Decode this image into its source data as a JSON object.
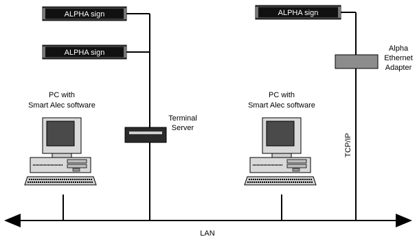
{
  "signs": {
    "sign_1": "ALPHA sign",
    "sign_2": "ALPHA sign",
    "sign_3": "ALPHA sign"
  },
  "pc_left": {
    "line1": "PC with",
    "line2": "Smart Alec software"
  },
  "pc_right": {
    "line1": "PC with",
    "line2": "Smart Alec software"
  },
  "terminal_server": {
    "line1": "Terminal",
    "line2": "Server"
  },
  "ethernet_adapter": {
    "line1": "Alpha",
    "line2": "Ethernet",
    "line3": "Adapter"
  },
  "protocol_label": "TCP/IP",
  "network_label": "LAN"
}
